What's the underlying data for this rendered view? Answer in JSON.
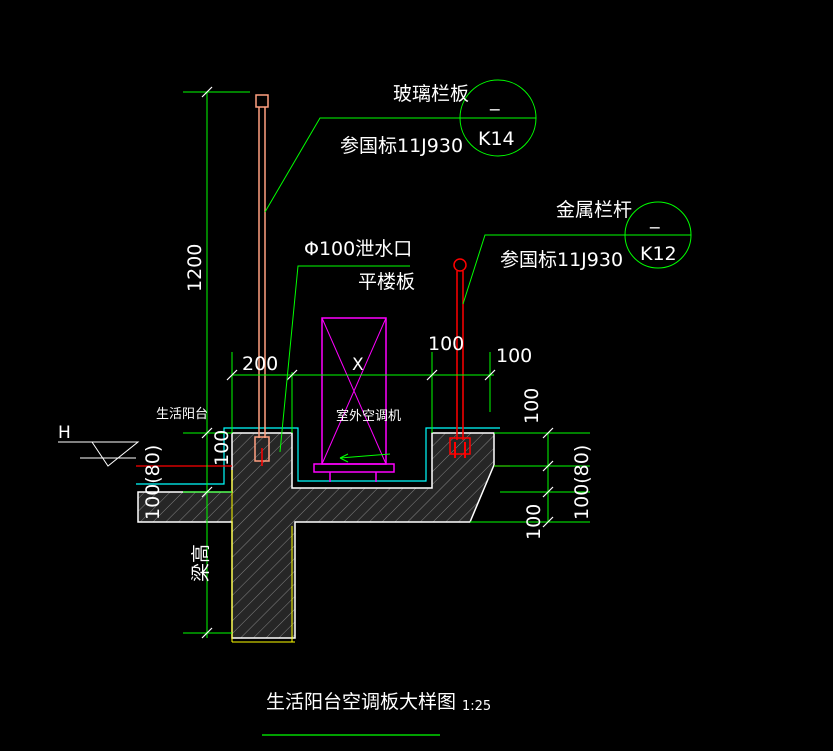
{
  "labels": {
    "glass_railing": "玻璃栏板",
    "glass_railing_ref": "参国标11J930",
    "glass_railing_index_top": "_",
    "glass_railing_index_bottom": "K14",
    "metal_railing": "金属栏杆",
    "metal_railing_ref": "参国标11J930",
    "metal_railing_index_top": "_",
    "metal_railing_index_bottom": "K12",
    "drain": "Φ100泄水口",
    "floor_slab": "平楼板",
    "ac_unit": "室外空调机",
    "ac_x": "X",
    "balcony": "生活阳台",
    "beam_height": "梁高",
    "level": "H",
    "title": "生活阳台空调板大样图",
    "scale": "1:25"
  },
  "dimensions": {
    "railing_height": "1200",
    "left_width": "200",
    "right_width": "100",
    "right_outer": "100",
    "x_span": "X",
    "left_curb": "100",
    "left_slab": "100(80)",
    "right_curb": "100",
    "right_slab": "100(80)",
    "right_bottom": "100"
  },
  "colors": {
    "background": "#000000",
    "green": "#00ff00",
    "white": "#ffffff",
    "cyan": "#00ffff",
    "magenta": "#ff00ff",
    "red": "#ff0000",
    "yellow": "#ffff00",
    "salmon": "#ff9f80",
    "concrete": "#3a3a3a"
  }
}
